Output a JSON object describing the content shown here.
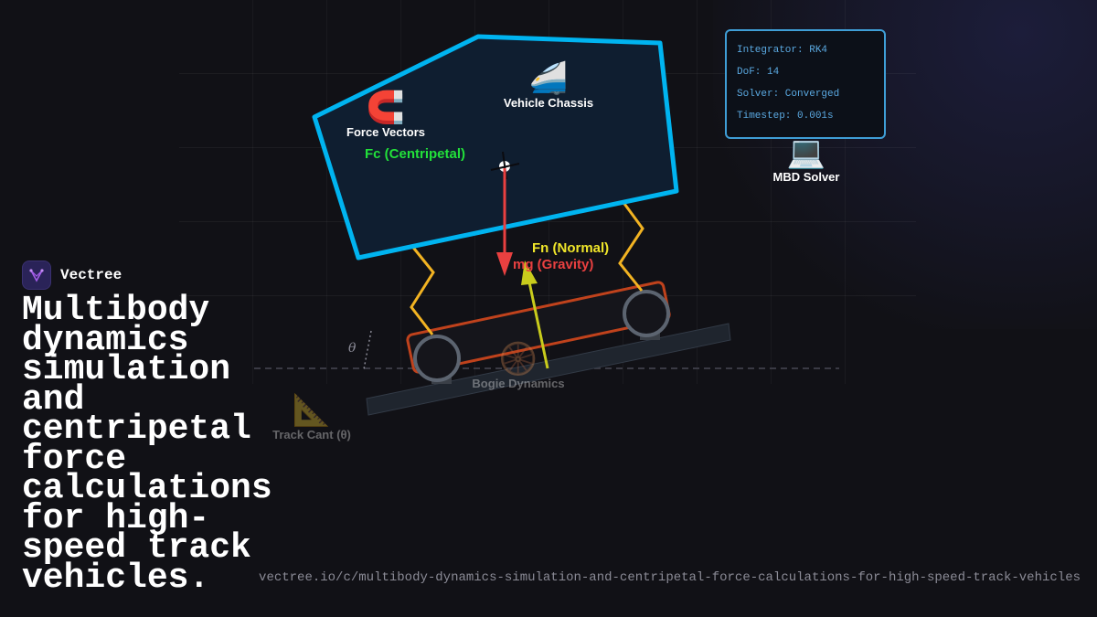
{
  "brand": {
    "name": "Vectree",
    "logo_icon": "vectree-logo-icon"
  },
  "headline": "Multibody dynamics simulation and centripetal force calculations for high-speed track vehicles.",
  "url": "vectree.io/c/multibody-dynamics-simulation-and-centripetal-force-calculations-for-high-speed-track-vehicles",
  "diagram": {
    "nodes": {
      "vehicle_chassis": {
        "icon": "train-icon",
        "glyph": "🚄",
        "label": "Vehicle Chassis"
      },
      "force_vectors": {
        "icon": "magnet-icon",
        "glyph": "🧲",
        "label": "Force Vectors"
      },
      "mbd_solver": {
        "icon": "laptop-icon",
        "glyph": "💻",
        "label": "MBD Solver"
      },
      "bogie_dynamics": {
        "icon": "wheel-icon",
        "glyph": "🛞",
        "label": "Bogie Dynamics"
      },
      "track_cant": {
        "icon": "triangle-ruler-icon",
        "glyph": "📐",
        "label": "Track Cant (θ)"
      }
    },
    "forces": {
      "centripetal": {
        "label": "Fc (Centripetal)",
        "color": "#22e03a"
      },
      "normal": {
        "label": "Fn (Normal)",
        "color": "#f0e62a"
      },
      "gravity": {
        "label": "mg (Gravity)",
        "color": "#e94040"
      }
    },
    "angle_symbol": "θ",
    "solver_panel": {
      "integrator": "Integrator: RK4",
      "dof": "DoF: 14",
      "solver": "Solver: Converged",
      "timestep": "Timestep: 0.001s"
    },
    "colors": {
      "chassis_outline": "#00b4f0",
      "chassis_fill": "#0f1e30",
      "spring": "#f2b322",
      "bogie_frame": "#c0421c",
      "panel_border": "#3f9ed6"
    }
  }
}
